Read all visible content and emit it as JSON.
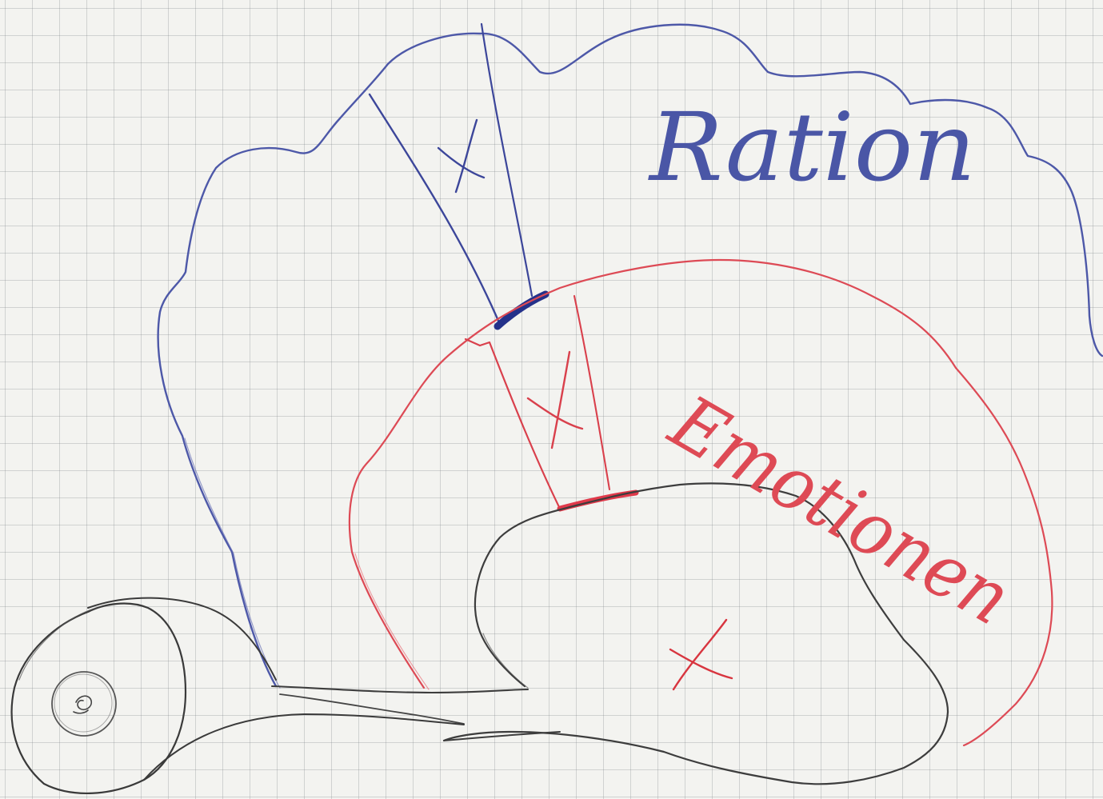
{
  "labels": {
    "ration": "Ration",
    "emotionen": "Emotionen"
  },
  "marks": {
    "ration_x": "x",
    "emotionen_x": "x",
    "core_x": "x"
  },
  "colors": {
    "paper": "#f3f3f0",
    "grid": "#8c9196",
    "ration": "#4a56a6",
    "emotionen": "#de4a55",
    "core": "#3a3a3a"
  }
}
